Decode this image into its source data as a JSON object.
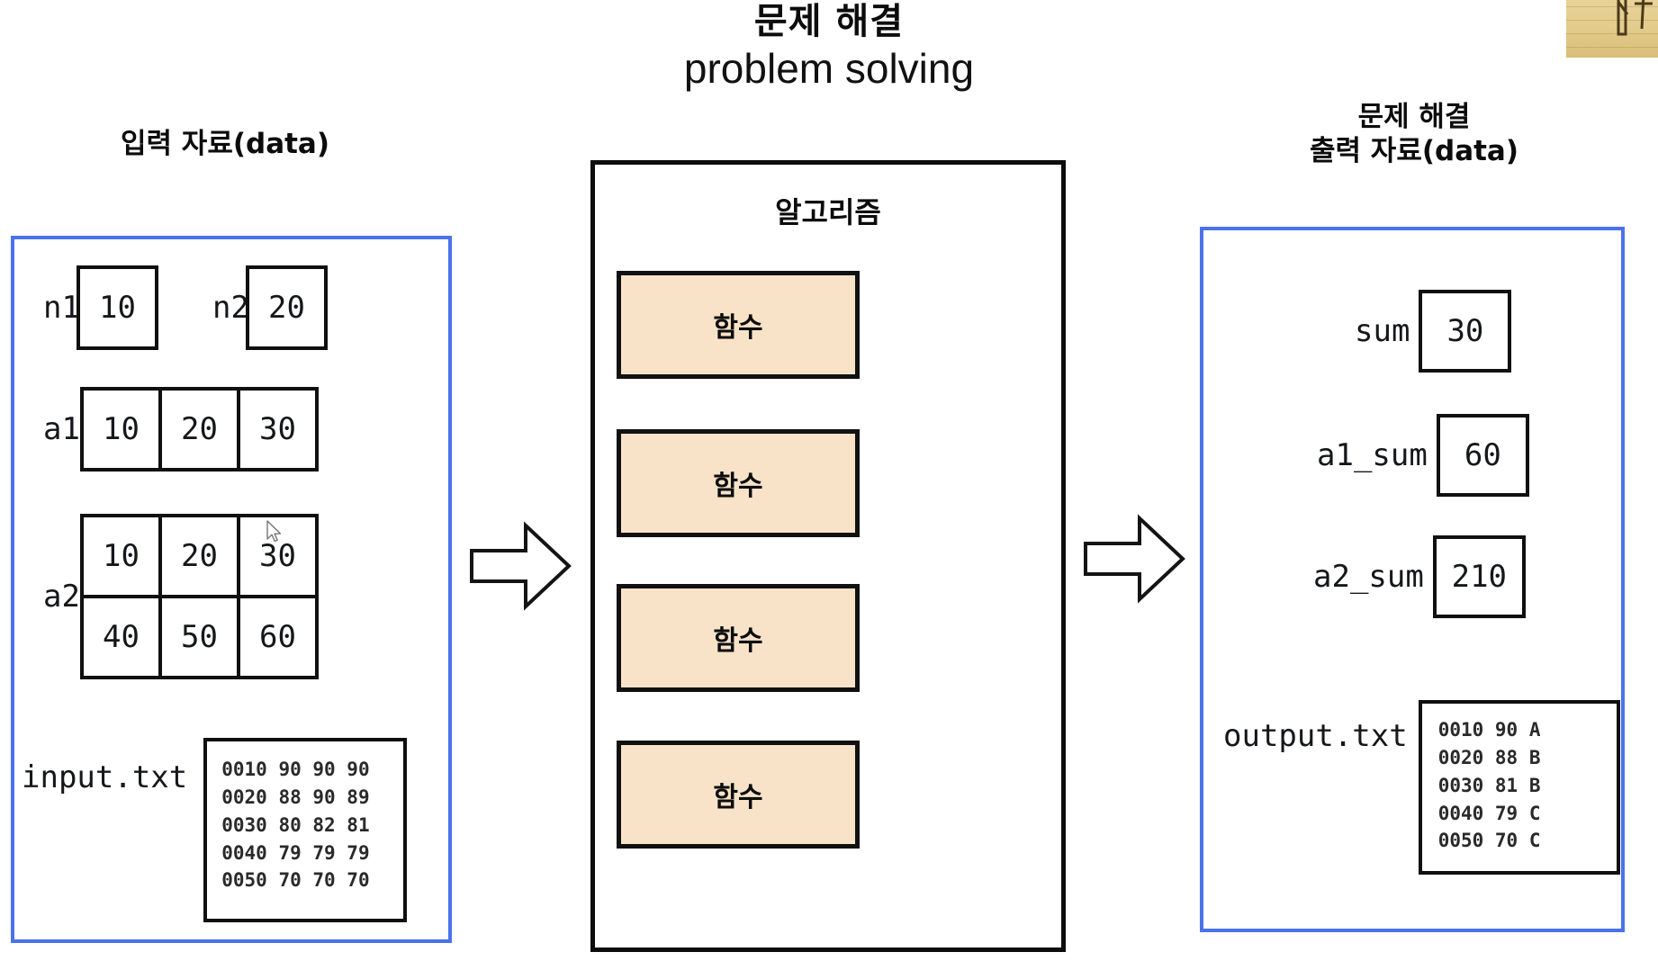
{
  "title": {
    "korean": "문제 해결",
    "english": "problem solving"
  },
  "left_panel": {
    "heading": "입력 자료(data)",
    "border_color": "#4A72EC",
    "scalars": [
      {
        "label": "n1",
        "value": "10"
      },
      {
        "label": "n2",
        "value": "20"
      }
    ],
    "array_a1": {
      "label": "a1",
      "values": [
        "10",
        "20",
        "30"
      ]
    },
    "array_a2": {
      "label": "a2",
      "rows": [
        [
          "10",
          "20",
          "30"
        ],
        [
          "40",
          "50",
          "60"
        ]
      ]
    },
    "file": {
      "label": "input.txt",
      "lines": [
        "0010 90 90 90",
        "0020 88 90 89",
        "0030 80 82 81",
        "0040 79 79 79",
        "0050 70 70 70"
      ]
    }
  },
  "center_panel": {
    "title": "알고리즘",
    "box_fill": "#F8E3C8",
    "border_color": "#0D0D0D",
    "functions": [
      {
        "label": "함수"
      },
      {
        "label": "함수"
      },
      {
        "label": "함수"
      },
      {
        "label": "함수"
      }
    ]
  },
  "right_panel": {
    "heading_line1": "문제 해결",
    "heading_line2": "출력 자료(data)",
    "border_color": "#4A72EC",
    "results": [
      {
        "label": "sum",
        "value": "30"
      },
      {
        "label": "a1_sum",
        "value": "60"
      },
      {
        "label": "a2_sum",
        "value": "210"
      }
    ],
    "file": {
      "label": "output.txt",
      "lines": [
        "0010 90 A",
        "0020 88 B",
        "0030 81 B",
        "0040 79 C",
        "0050 70 C"
      ]
    }
  },
  "flow": {
    "arrow_1": "right-arrow",
    "arrow_2": "right-arrow"
  },
  "cursor": {
    "type": "arrow-pointer",
    "over": "a2-cell-60"
  }
}
